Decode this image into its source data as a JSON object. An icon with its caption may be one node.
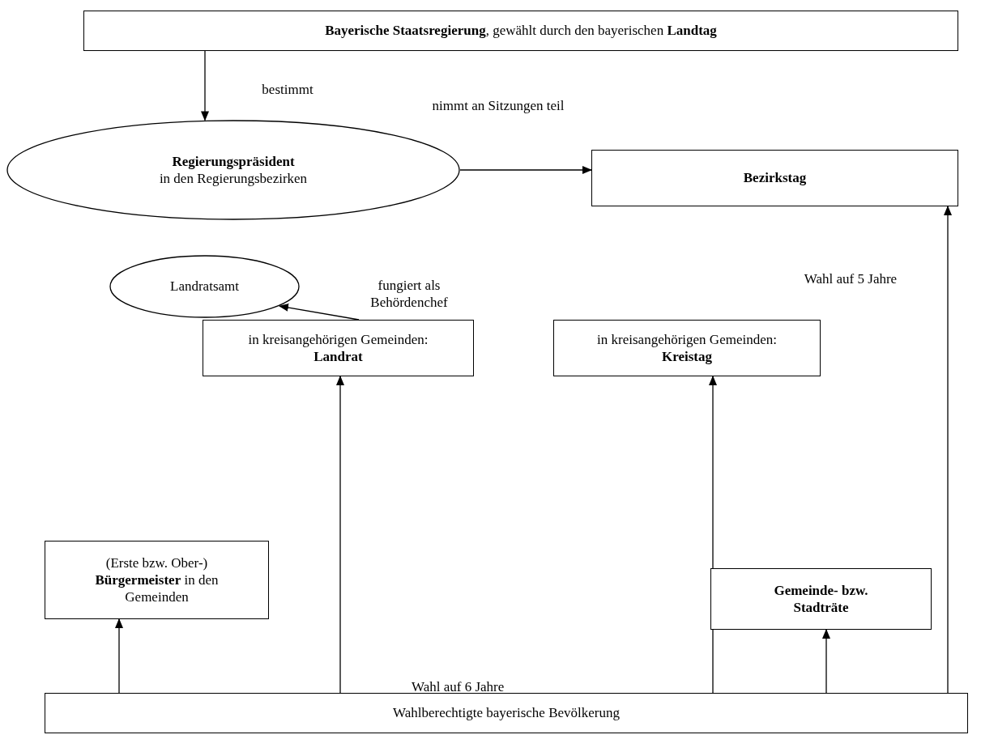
{
  "diagram": {
    "nodes": [
      {
        "text": [
          "**Bayerische Staatsregierung**, gewählt durch den bayerischen **Landtag**"
        ]
      },
      {
        "text": [
          "Regierungspräsident",
          "in den Regierungsbezirken"
        ]
      },
      {
        "text": [
          "Bezirkstag"
        ]
      },
      {
        "text": [
          "Landratsamt"
        ]
      },
      {
        "text": [
          "in kreisangehörigen Gemeinden: **Landrat**"
        ]
      },
      {
        "text": [
          "in kreisangehörigen Gemeinden: **Kreistag**"
        ]
      },
      {
        "text": [
          "(Erste bzw. Ober-) **Bürgermeister** in den Gemeinden"
        ]
      },
      {
        "text": [
          "Gemeinde- bzw. Stadträte"
        ]
      },
      {
        "text": [
          "Wahlberechtigte bayerische Bevölkerung"
        ]
      }
    ],
    "edges": [
      {
        "from": 0,
        "to": 1,
        "arrow": "to",
        "label": "bestimmt"
      },
      {
        "from": 1,
        "to": 2,
        "arrow": "to",
        "label": "nimmt an Sitzungen teil"
      },
      {
        "from": 4,
        "to": 3,
        "arrow": "to",
        "label": "fungiert als Behördenchef"
      },
      {
        "from": 8,
        "to": 6,
        "arrow": "to"
      },
      {
        "from": 8,
        "to": 4,
        "arrow": "to"
      },
      {
        "from": 8,
        "to": 5,
        "arrow": "to"
      },
      {
        "from": 8,
        "to": 7,
        "arrow": "to"
      },
      {
        "from": 8,
        "to": 2,
        "arrow": "to",
        "label": "Wahl auf 5 Jahre"
      }
    ],
    "labels": [
      "Wahl auf 6 Jahre"
    ]
  }
}
